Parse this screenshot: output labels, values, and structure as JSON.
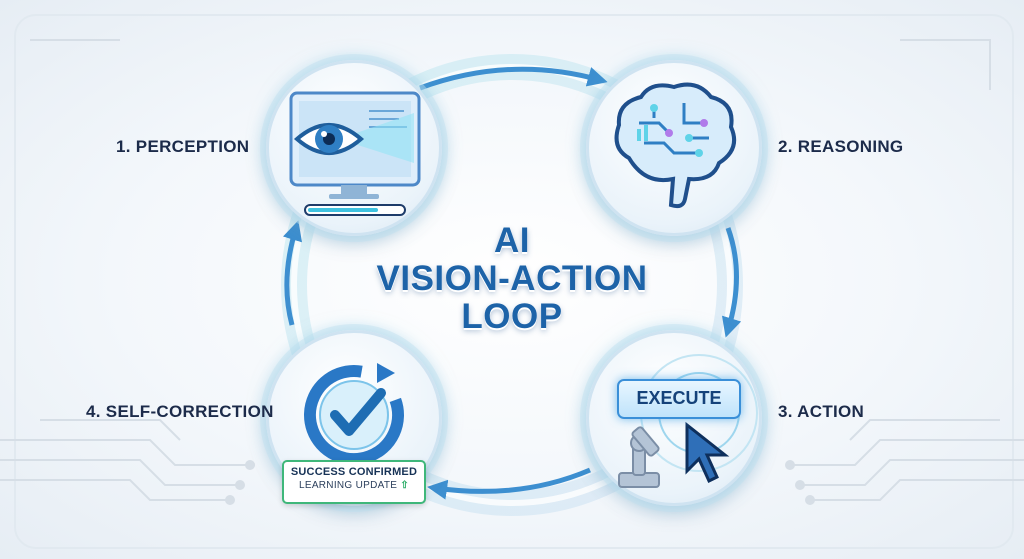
{
  "title_lines": [
    "AI",
    "VISION-ACTION",
    "LOOP"
  ],
  "steps": {
    "perception": {
      "label": "1. PERCEPTION",
      "icon": "eye-monitor-icon"
    },
    "reasoning": {
      "label": "2. REASONING",
      "icon": "brain-circuit-icon"
    },
    "action": {
      "label": "3. ACTION",
      "icon": "robot-arm-cursor-icon",
      "button_label": "EXECUTE"
    },
    "self_correction": {
      "label": "4. SELF-CORRECTION",
      "icon": "refresh-check-icon"
    }
  },
  "status": {
    "main": "SUCCESS CONFIRMED",
    "sub": "LEARNING UPDATE",
    "sub_icon": "up-arrow-icon"
  },
  "colors": {
    "accent_blue": "#1d63a8",
    "glow_cyan": "#5fd3e8",
    "success_green": "#3fb77a",
    "label_dark": "#1c2b4a"
  }
}
